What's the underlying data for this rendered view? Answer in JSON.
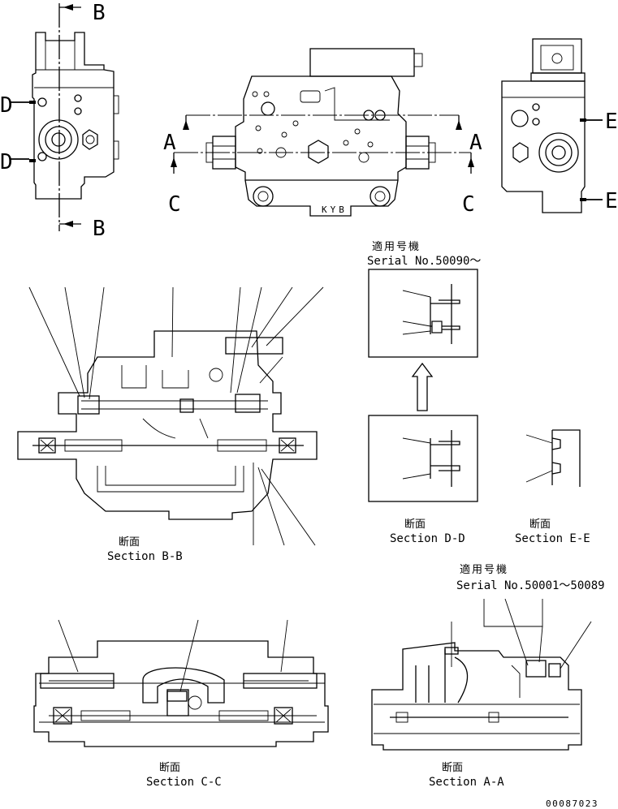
{
  "section_markers": {
    "b_top": "B",
    "b_bottom": "B",
    "d_upper": "D",
    "d_lower": "D",
    "a_left": "A",
    "a_right": "A",
    "c_left": "C",
    "c_right": "C",
    "e_upper": "E",
    "e_lower": "E"
  },
  "casting_mark": "KYB",
  "applicability_new": {
    "jp_label": "適用号機",
    "serial": "Serial No.50090～"
  },
  "applicability_old": {
    "jp_label": "適用号機",
    "serial": "Serial No.50001～50089"
  },
  "captions": {
    "section_bb": {
      "jp": "断面",
      "en": "Section B-B"
    },
    "section_dd": {
      "jp": "断面",
      "en": "Section D-D"
    },
    "section_ee": {
      "jp": "断面",
      "en": "Section E-E"
    },
    "section_cc": {
      "jp": "断面",
      "en": "Section C-C"
    },
    "section_aa": {
      "jp": "断面",
      "en": "Section A-A"
    }
  },
  "drawing_number": "00087023"
}
